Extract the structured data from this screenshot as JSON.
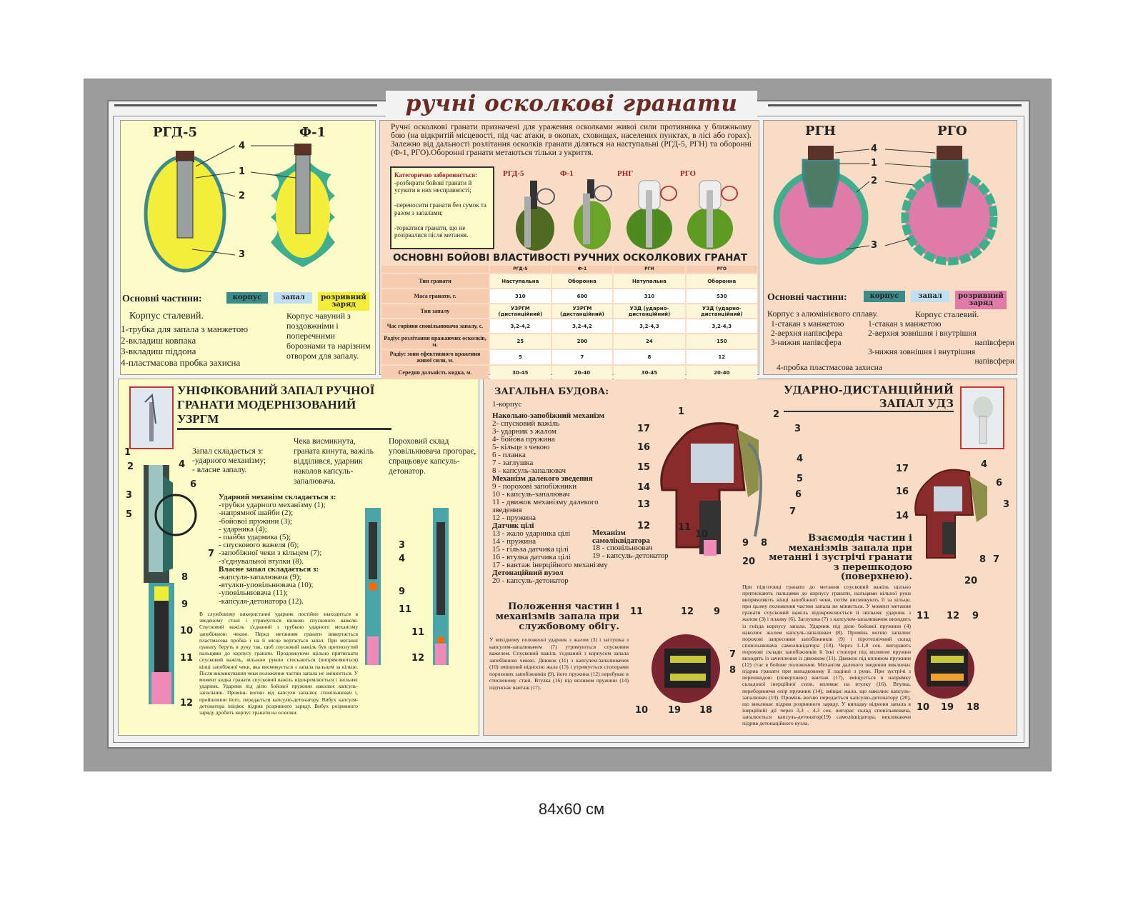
{
  "title": "ручні осколкові гранати",
  "footer": "84x60 см",
  "colors": {
    "korpus": "#3a8c8c",
    "zapal": "#bfe0f4",
    "charge_yellow": "#f2ee3a",
    "charge_pink": "#e07aa8",
    "title": "#6b2a22"
  },
  "left_top": {
    "g1": "РГД-5",
    "g2": "Ф-1",
    "callouts": [
      "4",
      "1",
      "2",
      "3"
    ],
    "parts_label": "Основні частини:",
    "legend": [
      "корпус",
      "запал",
      "розривний заряд"
    ],
    "rgd_body": "Корпус сталевий.",
    "rgd_parts": [
      "1-трубка для запала з манжетою",
      "2-вкладиш ковпака",
      "3-вкладиш піддона",
      "4-пластмасова пробка захисна"
    ],
    "f1_body": "Корпус чавуний з поздовжніми і поперечними борознами та нарізним отвором для запалу."
  },
  "middle_top": {
    "intro": "Ручні осколкові гранати призначені для ураження осколками живоі сили противника у ближньому бою (на відкритій місцевості, під час атаки, в окопах, сховищах, населених пунктах, в лісі або горах). Залежно від дальності розлітання осколків гранати діляться на наступальні (РГД-5, РГН) та оборонні (Ф-1, РГО).Оборонні гранати метаються тільки з укриття.",
    "warn_title": "Категорично забороняється:",
    "warn_items": [
      "-розбирати бойові гранати й усувати в них несправності;",
      "-переносити гранати без сумок та разом з запалами;",
      "-торкатися гранати, що не розірвалися після метання."
    ],
    "photo_labels": [
      "РГД-5",
      "Ф-1",
      "РНГ",
      "РГО"
    ],
    "table_title": "ОСНОВНІ БОЙОВІ ВЛАСТИВОСТІ РУЧНИХ ОСКОЛКОВИХ ГРАНАТ",
    "table_header": [
      "",
      "РГД-5",
      "Ф-1",
      "РГН",
      "РГО"
    ],
    "table_rows": [
      [
        "Тип гранати",
        "Наступальна",
        "Оборонна",
        "Натупальна",
        "Оборонна"
      ],
      [
        "Маса гранати, г.",
        "310",
        "600",
        "310",
        "530"
      ],
      [
        "Тип запалу",
        "УЗРГМ (дистанційний)",
        "УЗРГМ (дистанційний)",
        "УЗД (ударно-дистанційний)",
        "УЗД (ударно-дистанційний)"
      ],
      [
        "Час горіння сповільнювача запалу, с.",
        "3,2-4,2",
        "3,2-4,2",
        "3,2-4,3",
        "3,2-4,3"
      ],
      [
        "Радіус розлітання вражаючих осколків, м.",
        "25",
        "200",
        "24",
        "150"
      ],
      [
        "Радіус зони ефективного враження живої сили, м.",
        "5",
        "7",
        "8",
        "12"
      ],
      [
        "Середня дальність кидка, м.",
        "30-45",
        "20-40",
        "30-45",
        "20-40"
      ]
    ]
  },
  "right_top": {
    "g1": "РГН",
    "g2": "РГО",
    "callouts": [
      "4",
      "1",
      "2",
      "3"
    ],
    "parts_label": "Основні частини:",
    "legend": [
      "корпус",
      "запал",
      "розривний заряд"
    ],
    "rgn_body": "Корпус з алюмінієвого сплаву.",
    "rgn_parts": [
      "1-стакан з манжетою",
      "2-верхня напівсфера",
      "3-нижня напівсфера"
    ],
    "rgo_body": "Корпус сталевий.",
    "rgo_parts": [
      "1-стакан з манжетою",
      "2-верхня зовнішня і внутрішня напівсфери",
      "3-нижня зовнішня і  внутрішня напівсфери"
    ],
    "plug": "4-пробка пластмасова захисна"
  },
  "left_bottom": {
    "title": "УНІФІКОВАНИЙ ЗАПАЛ РУЧНОЇ ГРАНАТИ МОДЕРНІЗОВАНИЙ УЗРГМ",
    "consists": [
      "Запал складається з:",
      "-ударного механізму;",
      "- власне запалу."
    ],
    "col2": "Чека висмикнута, граната кинута, важіль відділився, ударник наколов капсуль-запалювача.",
    "col3": "Пороховий склад уповільнювача прогорає, спрацьовує капсуль-детонатор.",
    "strike_title": "Ударний механізм складається з:",
    "strike_items": [
      "-трубки ударного механізму (1);",
      "-напрямної шайби (2);",
      "-бойової пружини (3);",
      "- ударника (4);",
      "- шайби ударника (5);",
      "- спускового важеля (6);",
      "-запобіжної чеки з кільцем (7);",
      "-з'єднувальної втулки (8)."
    ],
    "fuse_title": "Власне запал складається з:",
    "fuse_items": [
      "-капсуля-запалювача (9);",
      "-втулки-уповільнювача (10);",
      "-уповільнювача (11);",
      "-капсуля-детонатора (12)."
    ],
    "paragraph": "В службовому використанні ударник постійно знаходиться в зведеному стані і утримується вилкою спускового важеля. Спусковий важіль з'єднаний з трубкою ударного механізму запобіжною чекою. Перед метанням гранати вивертається пластмасова пробка і на її місце вертається запал. При метанні гранату беруть в руку так, щоб спусковий важіль був притиснутий пальцями до корпусу гранати. Продовжуючи щільно притискати спусковий важіль, вільною рукою стискаються (випрямляються) кінці запобіжної чеки, яка висмикується з запала пальцем за кільце. Після висмикування чеки положення частин запала не змінюється. У момент кидка гранати спусковий важіль відокремлюється і звільняє ударник. Ударник під дією бойової пружини наколює капсуль-запальник. Промінь вогню від капсуля запалює сповільнювач і, пройшовши його, передається капсулю-детонатору. Вибух капсуля-детонатора ініціює підрив розривного заряду. Вибух розривного заряду дробить корпус гранати на осколки.",
    "callouts_a": [
      "1",
      "2",
      "3",
      "5",
      "4",
      "6",
      "7",
      "8"
    ],
    "callouts_b": [
      "9",
      "10",
      "11",
      "12"
    ],
    "callouts_c": [
      "3",
      "4",
      "9",
      "11"
    ],
    "callouts_d": [
      "11",
      "12"
    ]
  },
  "right_bottom": {
    "general_title": "ЗАГАЛЬНА БУДОВА:",
    "body": "1-корпус",
    "groups": [
      {
        "title": "Накольно-запобіжний механізм",
        "items": [
          "2- спусковий важіль",
          "3- ударник з жалом",
          "4- бойова пружина",
          "5- кільце з чекою",
          "6 - планка",
          "7 - заглушка",
          "8 - капсуль-запалювач"
        ]
      },
      {
        "title": "Механізм далекого зведення",
        "items": [
          "9 - порохові запобіжники",
          "10 - капсуль-запалювач",
          "11 - движок механізму далекого зведення",
          "12 - пружина"
        ]
      },
      {
        "title": "Датчик цілі",
        "items": [
          "13 - жало ударника цілі",
          "14 - пружина",
          "15 - гільза датчика цілі",
          "16 - втулка датчика цілі",
          "17 - вантаж інерційного механізму"
        ]
      },
      {
        "title": "Детонаційний вузол",
        "items": [
          "20 - капсуль-детонатор"
        ]
      }
    ],
    "selfdestruct": {
      "title": "Механізм самоліквідатора",
      "items": [
        "18 - сповільнювач",
        "19 - капсуль-детонатор"
      ]
    },
    "udz_title": [
      "УДАРНО-ДИСТАНЦІЙНИЙ",
      "ЗАПАЛ УДЗ"
    ],
    "service_title": "Положення частин і механізмів запала при службовому обігу.",
    "service_text": "У вихідному положенні ударник з жалом (3) і заглушка з капсулем-запалювачем (7) утримуються спусковим важелем. Спусковий важіль з'єднаний з корпусом запала запобіжною чекою. Движок (11) з капсулем-запалювачем (10) зміщений відносно жала (13) і утримується стопорами порохових запобіжників (9), його пружина (12) перебуває в стисненому стані. Втулка (16) під впливом пружини (14) підтискає вантаж (17).",
    "interact_title": "Взаємодія частин і механізмів запала при метанні і зустрічі гранати з перешкодою (поверхнею).",
    "interact_text": "При підготовці гранати до метання спусковий важіль щільно притискають пальцями до корпусу гранати, пальцями вільної руки випрямляють кінці запобіжної чеки, потім висмикують її за кільце, при цьому положення частин запала не міняється. У момент метання гранати спусковий важіль відокремлюється й звільняє ударник з жалом (3) і планку (6). Заглушка (7) з капсулем-запалювачем виходить із гнізда корпусу запала. Ударник під дією бойової пружини (4) наколює жалом капсуль-запалювач (8). Промінь вогню запалює порохові запресовки запобіжників (9) і піротехнічний склад сповільнювача самоліквідатора (18). Через 1-1,8 сек. вигорають порохові склади запобіжників й їхні стопори під впливом пружин виходять із зачеплення із движком (11). Движок під впливом пружини (12) стає в бойове положення. Механізм далекого зведення виключає підрив гранати при випадковому її падінні з руки. При зустрічі з перешкодою (поверхнею) вантаж (17), зміщується в напрямку складової інерційної сили, впливає на втулку (16). Втулка, переборюючи опір пружини (14), зміщає жало, що наколює капсуль-запалювач (10). Промінь вогню передається капсулю-детонатору (20), що викликає підрив розривного заряду. У випадку відмови запала в інерційній дії через 3,3 - 4,3 сек. вигорає склад сповільнювача, запалюється капсуль-детонатор(19) самоліквідатора, викликаючи підрив детонаційного вузла.",
    "main_callouts": [
      "1",
      "2",
      "3",
      "4",
      "5",
      "6",
      "7",
      "8",
      "9",
      "10",
      "11",
      "12",
      "13",
      "14",
      "15",
      "16",
      "17",
      "20"
    ],
    "small_callouts": [
      "17",
      "16",
      "14",
      "4",
      "6",
      "3",
      "8",
      "7",
      "20"
    ],
    "sec_callouts": [
      "11",
      "12",
      "9",
      "7",
      "8",
      "10",
      "19",
      "18"
    ],
    "sec2_callouts": [
      "11",
      "12",
      "9",
      "10",
      "19",
      "18"
    ]
  }
}
